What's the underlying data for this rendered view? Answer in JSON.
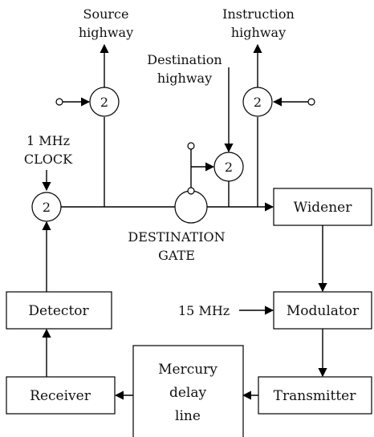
{
  "labels": {
    "source_highway": [
      "Source",
      "highway"
    ],
    "instruction_highway": [
      "Instruction",
      "highway"
    ],
    "destination_highway": [
      "Destination",
      "highway"
    ],
    "clock": [
      "1 MHz",
      "CLOCK"
    ],
    "destination_gate": [
      "DESTINATION",
      "GATE"
    ],
    "input_15mhz": "15 MHz"
  },
  "boxes": {
    "widener": "Widener",
    "detector": "Detector",
    "modulator": "Modulator",
    "receiver": "Receiver",
    "transmitter": "Transmitter",
    "mercury_delay_line": [
      "Mercury",
      "delay",
      "line"
    ]
  },
  "gates": {
    "clock_gate": "2",
    "source_gate": "2",
    "instruction_gate": "2",
    "destination_gate_small": "2"
  }
}
